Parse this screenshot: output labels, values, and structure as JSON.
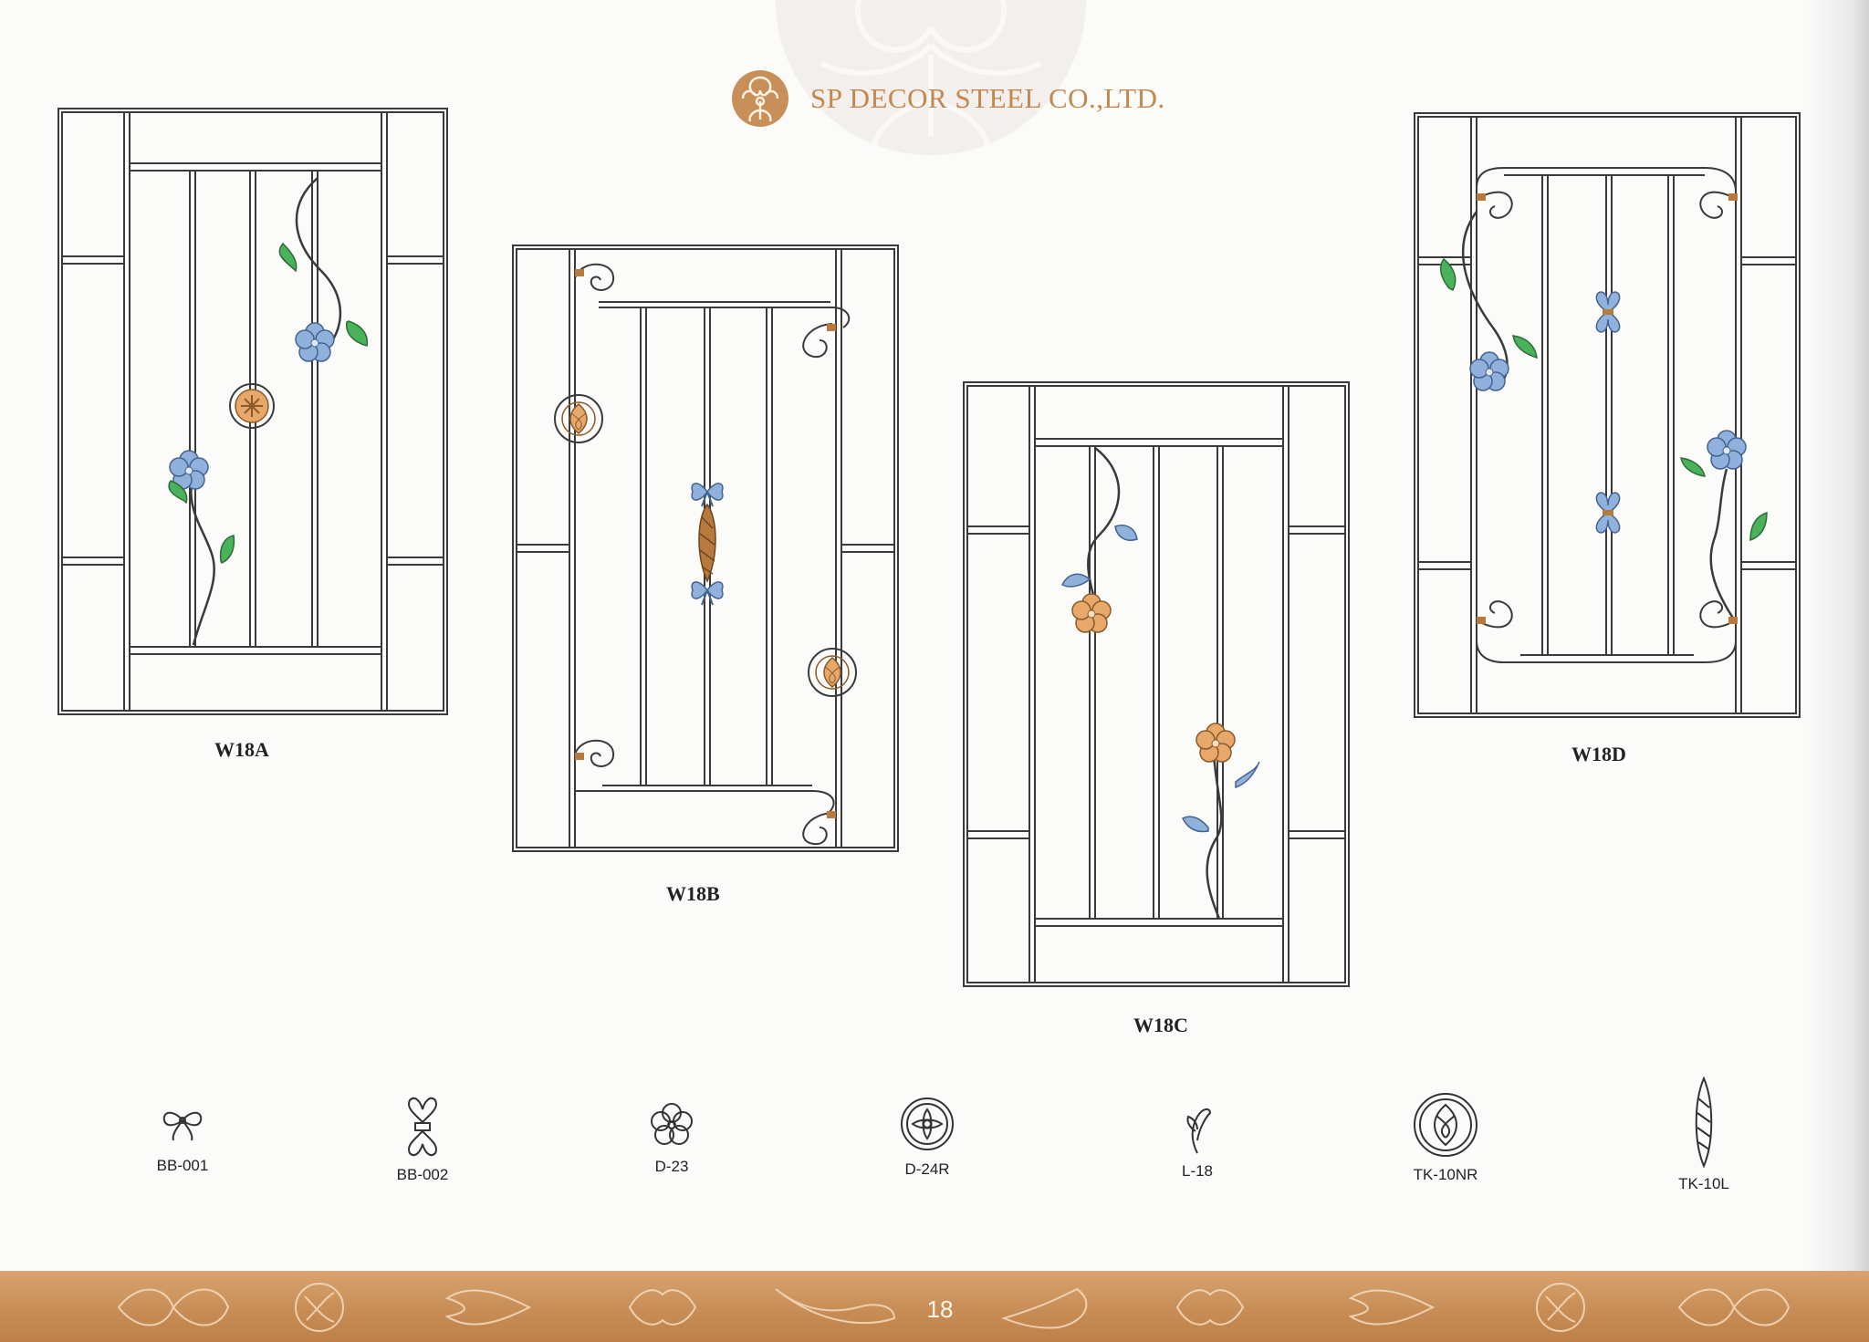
{
  "header": {
    "company": "SP DECOR STEEL CO.,LTD."
  },
  "designs": [
    {
      "model": "W18A"
    },
    {
      "model": "W18B"
    },
    {
      "model": "W18C"
    },
    {
      "model": "W18D"
    }
  ],
  "parts": [
    {
      "code": "BB-001",
      "icon": "bow-ornament-icon"
    },
    {
      "code": "BB-002",
      "icon": "double-bow-ornament-icon"
    },
    {
      "code": "D-23",
      "icon": "flower-ornament-icon"
    },
    {
      "code": "D-24R",
      "icon": "rosette-ornament-icon"
    },
    {
      "code": "L-18",
      "icon": "leaf-ornament-icon"
    },
    {
      "code": "TK-10NR",
      "icon": "twisted-ring-ornament-icon"
    },
    {
      "code": "TK-10L",
      "icon": "twisted-bar-ornament-icon"
    }
  ],
  "footer": {
    "page_number": "18"
  },
  "colors": {
    "brand": "#c4884e",
    "footer_band": "#c98f58",
    "frame_line": "#3a3a3a",
    "flower_blue": "#8fb1dc",
    "flower_orange": "#e8a86a",
    "leaf_green": "#49b25b",
    "bronze": "#b77a3c"
  }
}
